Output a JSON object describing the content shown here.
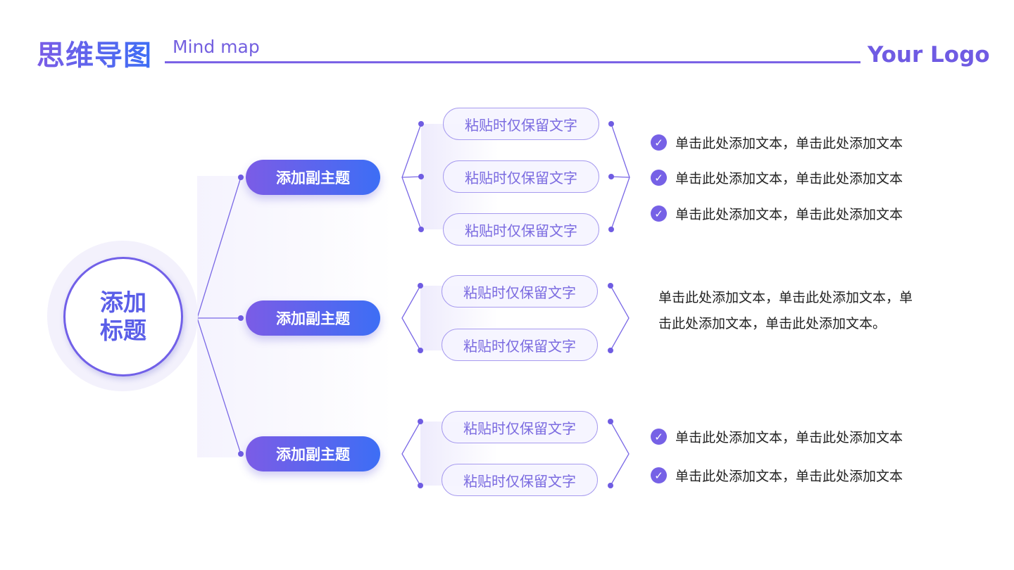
{
  "header": {
    "title": "思维导图",
    "subtitle": "Mind map",
    "logo": "Your Logo"
  },
  "center": {
    "title": "添加标题"
  },
  "topics": [
    {
      "label": "添加副主题",
      "items": [
        "粘贴时仅保留文字",
        "粘贴时仅保留文字",
        "粘贴时仅保留文字"
      ],
      "details": [
        "单击此处添加文本，单击此处添加文本",
        "单击此处添加文本，单击此处添加文本",
        "单击此处添加文本，单击此处添加文本"
      ]
    },
    {
      "label": "添加副主题",
      "items": [
        "粘贴时仅保留文字",
        "粘贴时仅保留文字"
      ],
      "paragraph": "单击此处添加文本，单击此处添加文本，单击此处添加文本，单击此处添加文本。"
    },
    {
      "label": "添加副主题",
      "items": [
        "粘贴时仅保留文字",
        "粘贴时仅保留文字"
      ],
      "details": [
        "单击此处添加文本，单击此处添加文本",
        "单击此处添加文本，单击此处添加文本"
      ]
    }
  ],
  "colors": {
    "accent": "#7160e8",
    "blue": "#3d6ef5"
  }
}
